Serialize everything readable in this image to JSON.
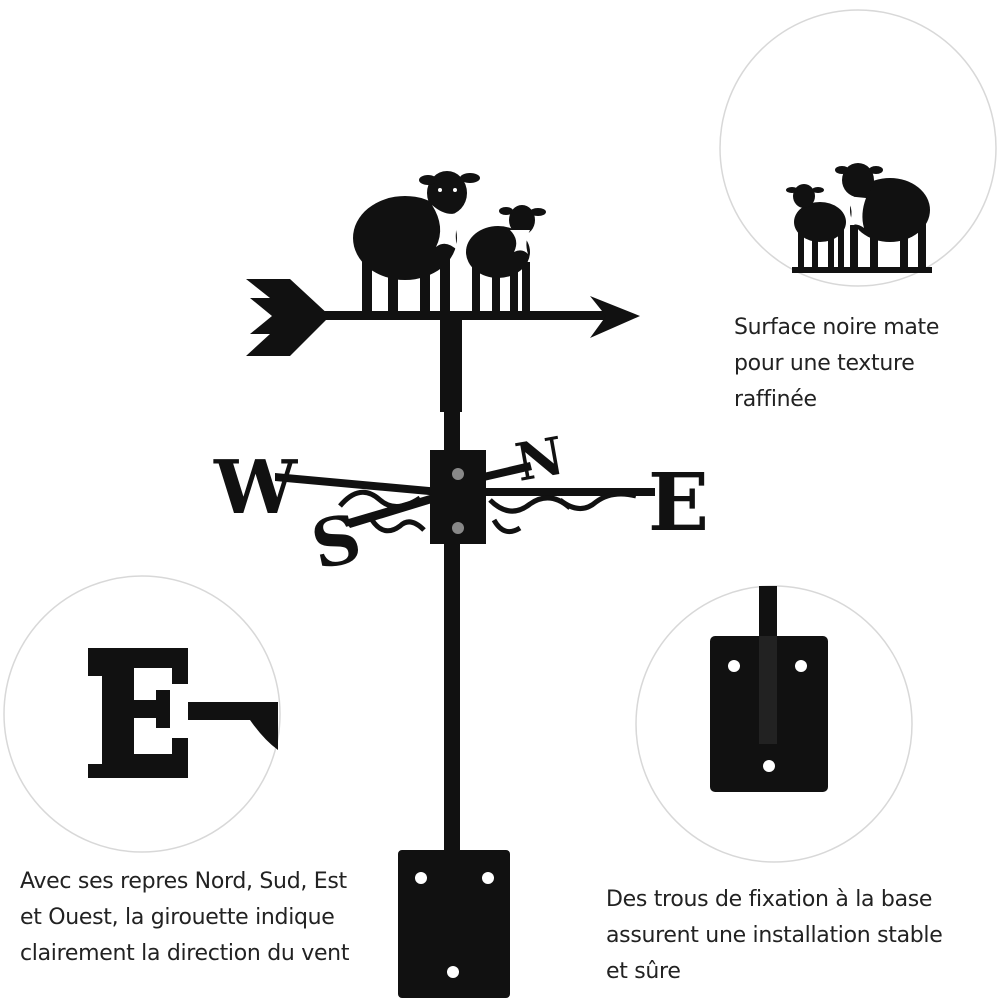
{
  "product": {
    "compass_letters": {
      "west": "W",
      "east": "E",
      "north": "N",
      "south": "S"
    }
  },
  "callouts": [
    {
      "name": "matte-finish",
      "lines": [
        "Surface noire mate",
        "pour une texture",
        "raffinée"
      ]
    },
    {
      "name": "directions",
      "lines": [
        "Avec ses repres Nord, Sud, Est",
        "et Ouest, la girouette indique",
        "clairement la direction du vent"
      ]
    },
    {
      "name": "mounting-holes",
      "lines": [
        "Des trous de fixation à la base",
        "assurent une installation stable",
        "et sûre"
      ]
    }
  ],
  "colors": {
    "metal": "#111111",
    "circle_border": "#d8d8d8",
    "text": "#222222",
    "background": "#ffffff"
  }
}
